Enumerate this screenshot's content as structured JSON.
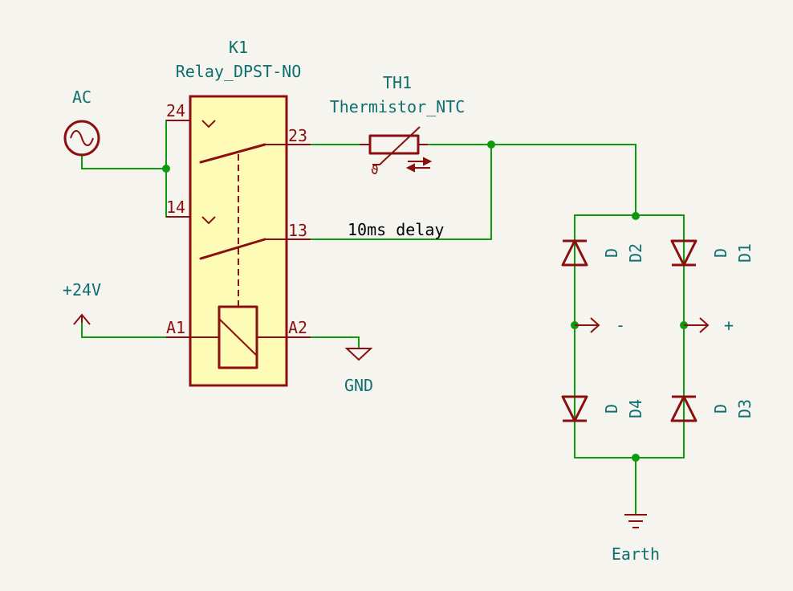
{
  "relay": {
    "ref": "K1",
    "value": "Relay_DPST-NO",
    "pins": {
      "p24": "24",
      "p23": "23",
      "p14": "14",
      "p13": "13",
      "a1": "A1",
      "a2": "A2"
    }
  },
  "thermistor": {
    "ref": "TH1",
    "value": "Thermistor_NTC",
    "symbol_text": "ϑ"
  },
  "ac_source": {
    "label": "AC"
  },
  "power": {
    "vcc": "+24V",
    "gnd": "GND",
    "earth": "Earth"
  },
  "net_label": "10ms delay",
  "diodes": [
    {
      "value": "D",
      "ref": "D2"
    },
    {
      "value": "D",
      "ref": "D1"
    },
    {
      "value": "D",
      "ref": "D4"
    },
    {
      "value": "D",
      "ref": "D3"
    }
  ],
  "outputs": {
    "minus": "-",
    "plus": "+"
  },
  "colors": {
    "background": "#f5f4ef",
    "wire": "#0d9b0d",
    "symbol": "#8b0f0f",
    "symbol_fill": "#fdfbb6",
    "reference_text": "#0f6e6e"
  }
}
